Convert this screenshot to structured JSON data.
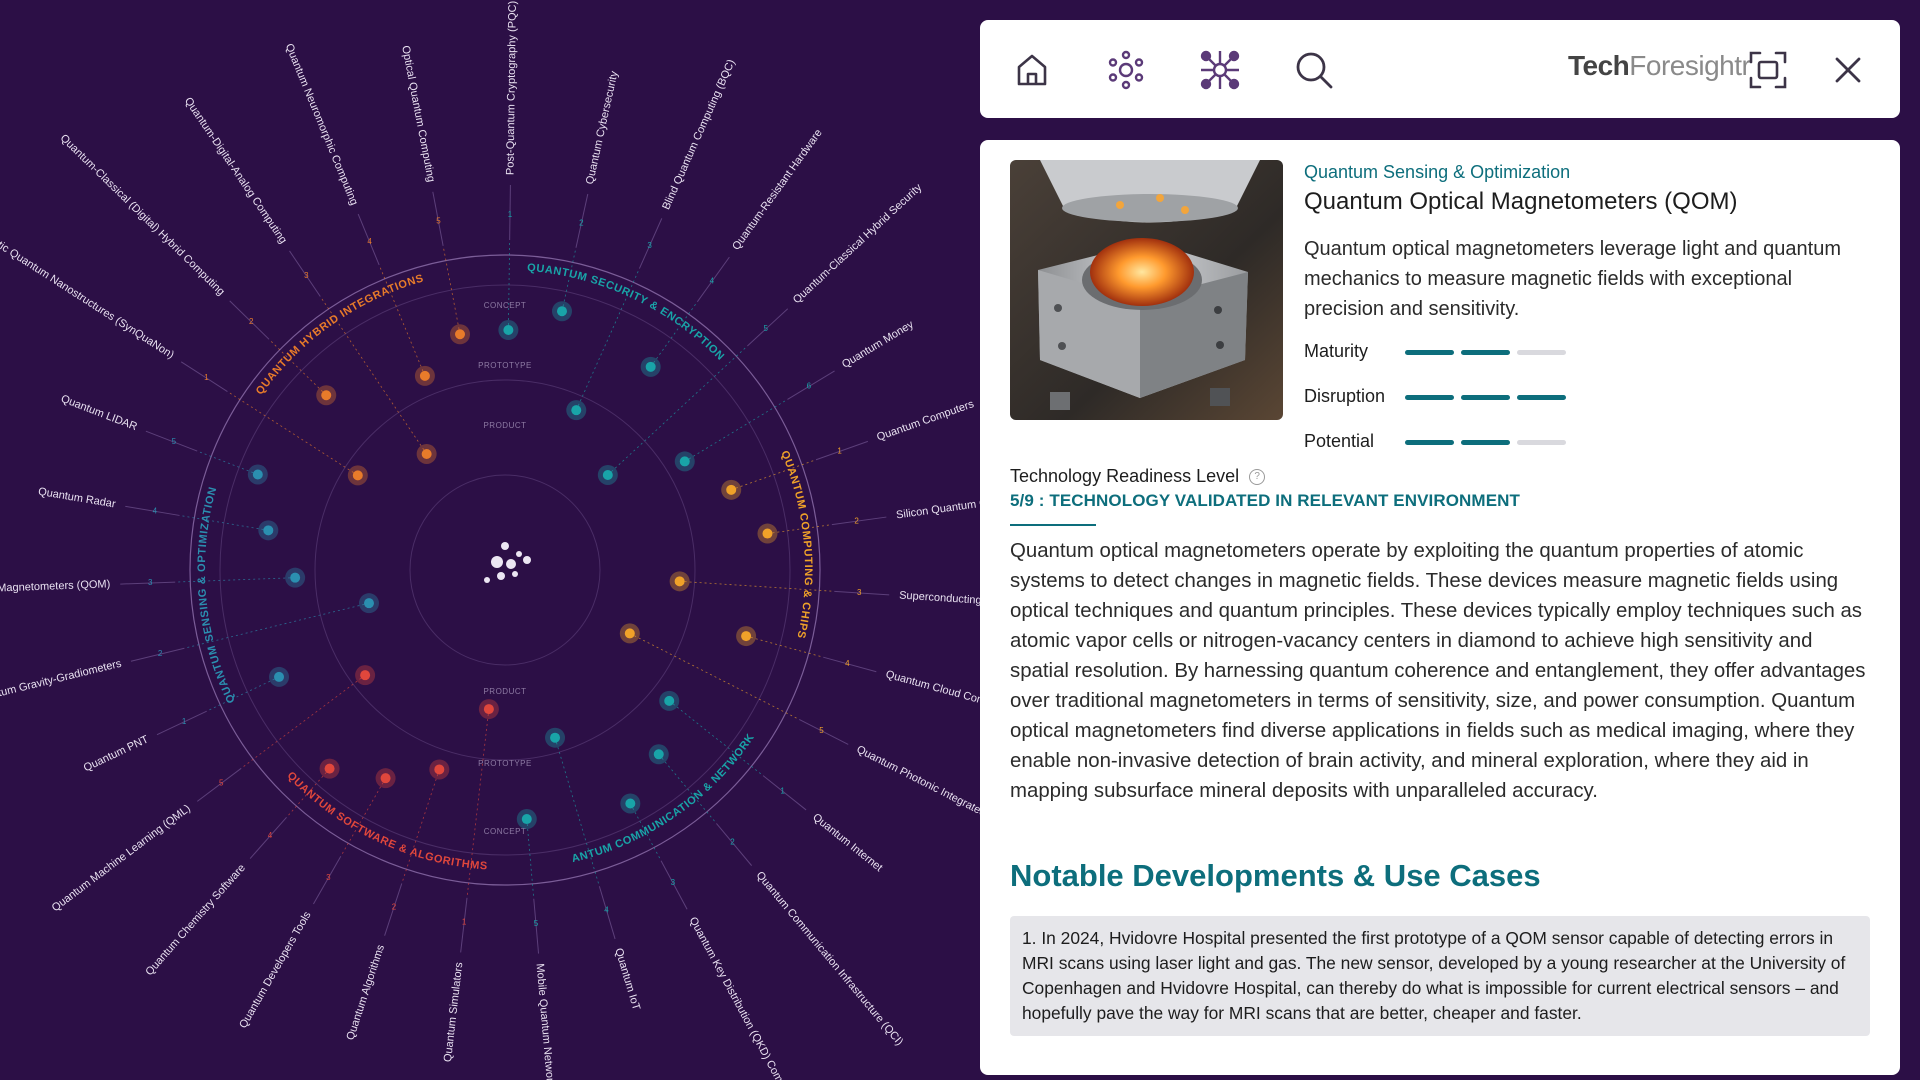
{
  "radar": {
    "segments": [
      {
        "name": "QUANTUM SECURITY & ENCRYPTION",
        "color": "#19a4a8"
      },
      {
        "name": "QUANTUM COMPUTING & CHIPS",
        "color": "#f0a229"
      },
      {
        "name": "QUANTUM COMMUNICATION & NETWORKING",
        "color": "#19a4a8"
      },
      {
        "name": "QUANTUM SOFTWARE & ALGORITHMS",
        "color": "#e0473c"
      },
      {
        "name": "QUANTUM SENSING & OPTIMIZATION",
        "color": "#2b8fb0"
      },
      {
        "name": "QUANTUM HYBRID INTEGRATIONS",
        "color": "#e87b2a"
      }
    ],
    "rings": {
      "upper": [
        "CONCEPT",
        "PROTOTYPE",
        "PRODUCT"
      ],
      "lower": [
        "PRODUCT",
        "PROTOTYPE",
        "CONCEPT"
      ]
    },
    "technologies": [
      {
        "num": "1",
        "name": "Post-Quantum Cryptography (PQC)",
        "segment": 0
      },
      {
        "num": "2",
        "name": "Quantum Cybersecurity",
        "segment": 0
      },
      {
        "num": "3",
        "name": "Blind Quantum Computing (BQC)",
        "segment": 0
      },
      {
        "num": "4",
        "name": "Quantum-Resistant Hardware",
        "segment": 0
      },
      {
        "num": "5",
        "name": "Quantum-Classical Hybrid Security",
        "segment": 0
      },
      {
        "num": "6",
        "name": "Quantum Money",
        "segment": 0
      },
      {
        "num": "1",
        "name": "Quantum Computers",
        "segment": 1
      },
      {
        "num": "2",
        "name": "Silicon Quantum Chip",
        "segment": 1
      },
      {
        "num": "3",
        "name": "Superconducting Qua",
        "segment": 1
      },
      {
        "num": "4",
        "name": "Quantum Cloud Computing",
        "segment": 1
      },
      {
        "num": "5",
        "name": "Quantum Photonic Integrated Circuits",
        "segment": 1
      },
      {
        "num": "1",
        "name": "Quantum Internet",
        "segment": 2
      },
      {
        "num": "2",
        "name": "Quantum Communication Infrastructure (QCI)",
        "segment": 2
      },
      {
        "num": "3",
        "name": "Quantum Key Distribution (QKD) Commu",
        "segment": 2
      },
      {
        "num": "4",
        "name": "Quantum IoT",
        "segment": 2
      },
      {
        "num": "5",
        "name": "Mobile Quantum Networks",
        "segment": 2
      },
      {
        "num": "1",
        "name": "Quantum Simulators",
        "segment": 3
      },
      {
        "num": "2",
        "name": "Quantum Algorithms",
        "segment": 3
      },
      {
        "num": "3",
        "name": "Quantum Developers Tools",
        "segment": 3
      },
      {
        "num": "4",
        "name": "Quantum Chemistry Software",
        "segment": 3
      },
      {
        "num": "5",
        "name": "Quantum Machine Learning (QML)",
        "segment": 3
      },
      {
        "num": "1",
        "name": "Quantum PNT",
        "segment": 4
      },
      {
        "num": "2",
        "name": "Quantum Gravity-Gradiometers",
        "segment": 4
      },
      {
        "num": "3",
        "name": "Optical Magnetometers (QOM)",
        "segment": 4
      },
      {
        "num": "4",
        "name": "Quantum Radar",
        "segment": 4
      },
      {
        "num": "5",
        "name": "Quantum LIDAR",
        "segment": 4
      },
      {
        "num": "1",
        "name": "Synthetic Quantum Nanostructures (SynQuaNon)",
        "segment": 5
      },
      {
        "num": "2",
        "name": "Quantum-Classical (Digital) Hybrid Computing",
        "segment": 5
      },
      {
        "num": "3",
        "name": "Quantum-Digital-Analog Computing",
        "segment": 5
      },
      {
        "num": "4",
        "name": "Quantum Neuromorphic Computing",
        "segment": 5
      },
      {
        "num": "5",
        "name": "Optical Quantum Computing",
        "segment": 5
      }
    ]
  },
  "topbar": {
    "brand_bold": "Tech",
    "brand_light": "Foresightr",
    "icons": [
      "home-icon",
      "cluster-icon",
      "network-icon",
      "search-icon",
      "fullscreen-icon",
      "close-icon"
    ]
  },
  "detail": {
    "category": "Quantum Sensing & Optimization",
    "title": "Quantum Optical Magnetometers (QOM)",
    "summary": "Quantum optical magnetometers leverage light and quantum mechanics to measure magnetic fields with exceptional precision and sensitivity.",
    "metrics": [
      {
        "label": "Maturity",
        "value": 2,
        "max": 3
      },
      {
        "label": "Disruption",
        "value": 3,
        "max": 3
      },
      {
        "label": "Potential",
        "value": 2,
        "max": 3
      }
    ],
    "trl_label": "Technology Readiness Level",
    "trl_value": "5/9 : TECHNOLOGY VALIDATED IN RELEVANT ENVIRONMENT",
    "description": "Quantum optical magnetometers operate by exploiting the quantum properties of atomic systems to detect changes in magnetic fields. These devices measure magnetic fields using optical techniques and quantum principles. These devices typically employ techniques such as atomic vapor cells or nitrogen-vacancy centers in diamond to achieve high sensitivity and spatial resolution. By harnessing quantum coherence and entanglement, they offer advantages over traditional magnetometers in terms of sensitivity, size, and power consumption. Quantum optical magnetometers find diverse applications in fields such as medical imaging, where they enable non-invasive detection of brain activity, and mineral exploration, where they aid in mapping subsurface mineral deposits with unparalleled accuracy.",
    "developments_heading": "Notable Developments & Use Cases",
    "developments": [
      "1. In 2024, Hvidovre Hospital presented the first prototype of a QOM sensor capable of detecting errors in MRI scans using laser light and gas. The new sensor, developed by a young researcher at the University of Copenhagen and Hvidovre Hospital, can thereby do what is impossible for current electrical sensors – and hopefully pave the way for MRI scans that are better, cheaper and faster."
    ]
  },
  "colors": {
    "background": "#2c0f46",
    "accent": "#0d6e7c",
    "bar_empty": "#d9d9de"
  }
}
